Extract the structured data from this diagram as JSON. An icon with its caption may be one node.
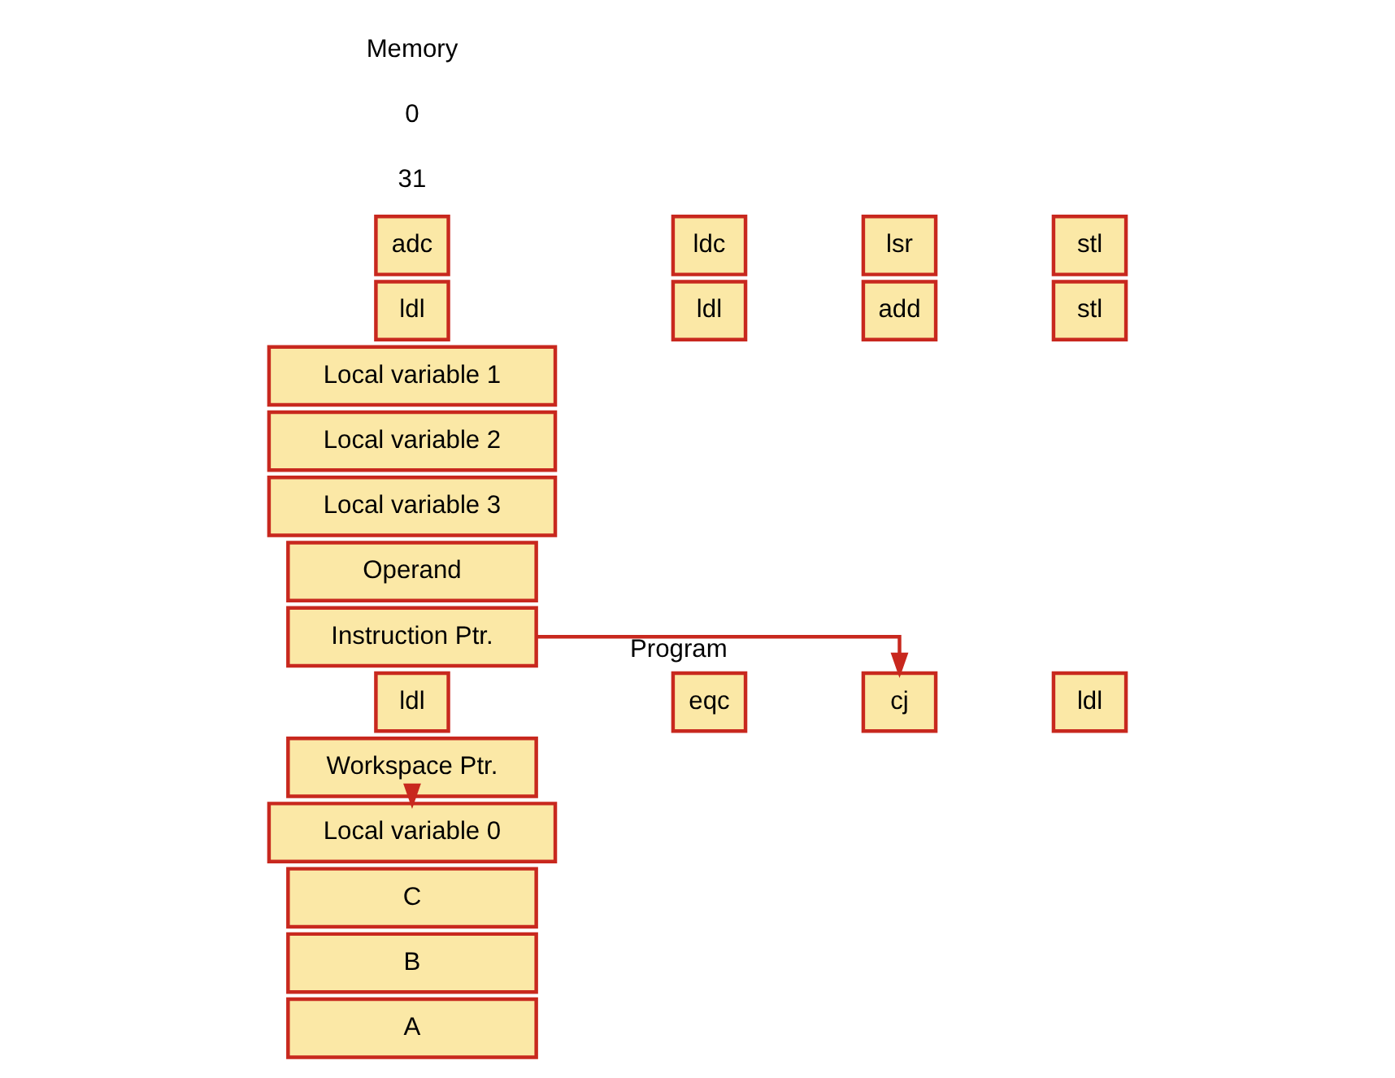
{
  "diagram": {
    "nodes": [
      {
        "text": [
          "A"
        ]
      },
      {
        "text": [
          "B"
        ]
      },
      {
        "text": [
          "C"
        ]
      },
      {
        "text": [
          "Workspace Ptr."
        ]
      },
      {
        "text": [
          "Instruction Ptr."
        ]
      },
      {
        "text": [
          "Operand"
        ]
      },
      {
        "text": [
          "Local variable 3"
        ]
      },
      {
        "text": [
          "Local variable 2"
        ]
      },
      {
        "text": [
          "Local variable 1"
        ]
      },
      {
        "text": [
          "Local variable 0"
        ]
      },
      {
        "text": [
          "ldl"
        ]
      },
      {
        "text": [
          "ldl"
        ]
      },
      {
        "text": [
          "add"
        ]
      },
      {
        "text": [
          "stl"
        ]
      },
      {
        "text": [
          "ldl"
        ]
      },
      {
        "text": [
          "eqc"
        ]
      },
      {
        "text": [
          "cj"
        ]
      },
      {
        "text": [
          "ldl"
        ]
      },
      {
        "text": [
          "adc"
        ]
      },
      {
        "text": [
          "ldc"
        ]
      },
      {
        "text": [
          "lsr"
        ]
      },
      {
        "text": [
          "stl"
        ]
      }
    ],
    "edges": [
      {
        "from": 3,
        "to": 9,
        "arrow": "to"
      },
      {
        "from": 4,
        "to": 16,
        "arrow": "to",
        "label": "Program"
      }
    ],
    "labels": [
      "31",
      "0",
      "Memory"
    ]
  }
}
